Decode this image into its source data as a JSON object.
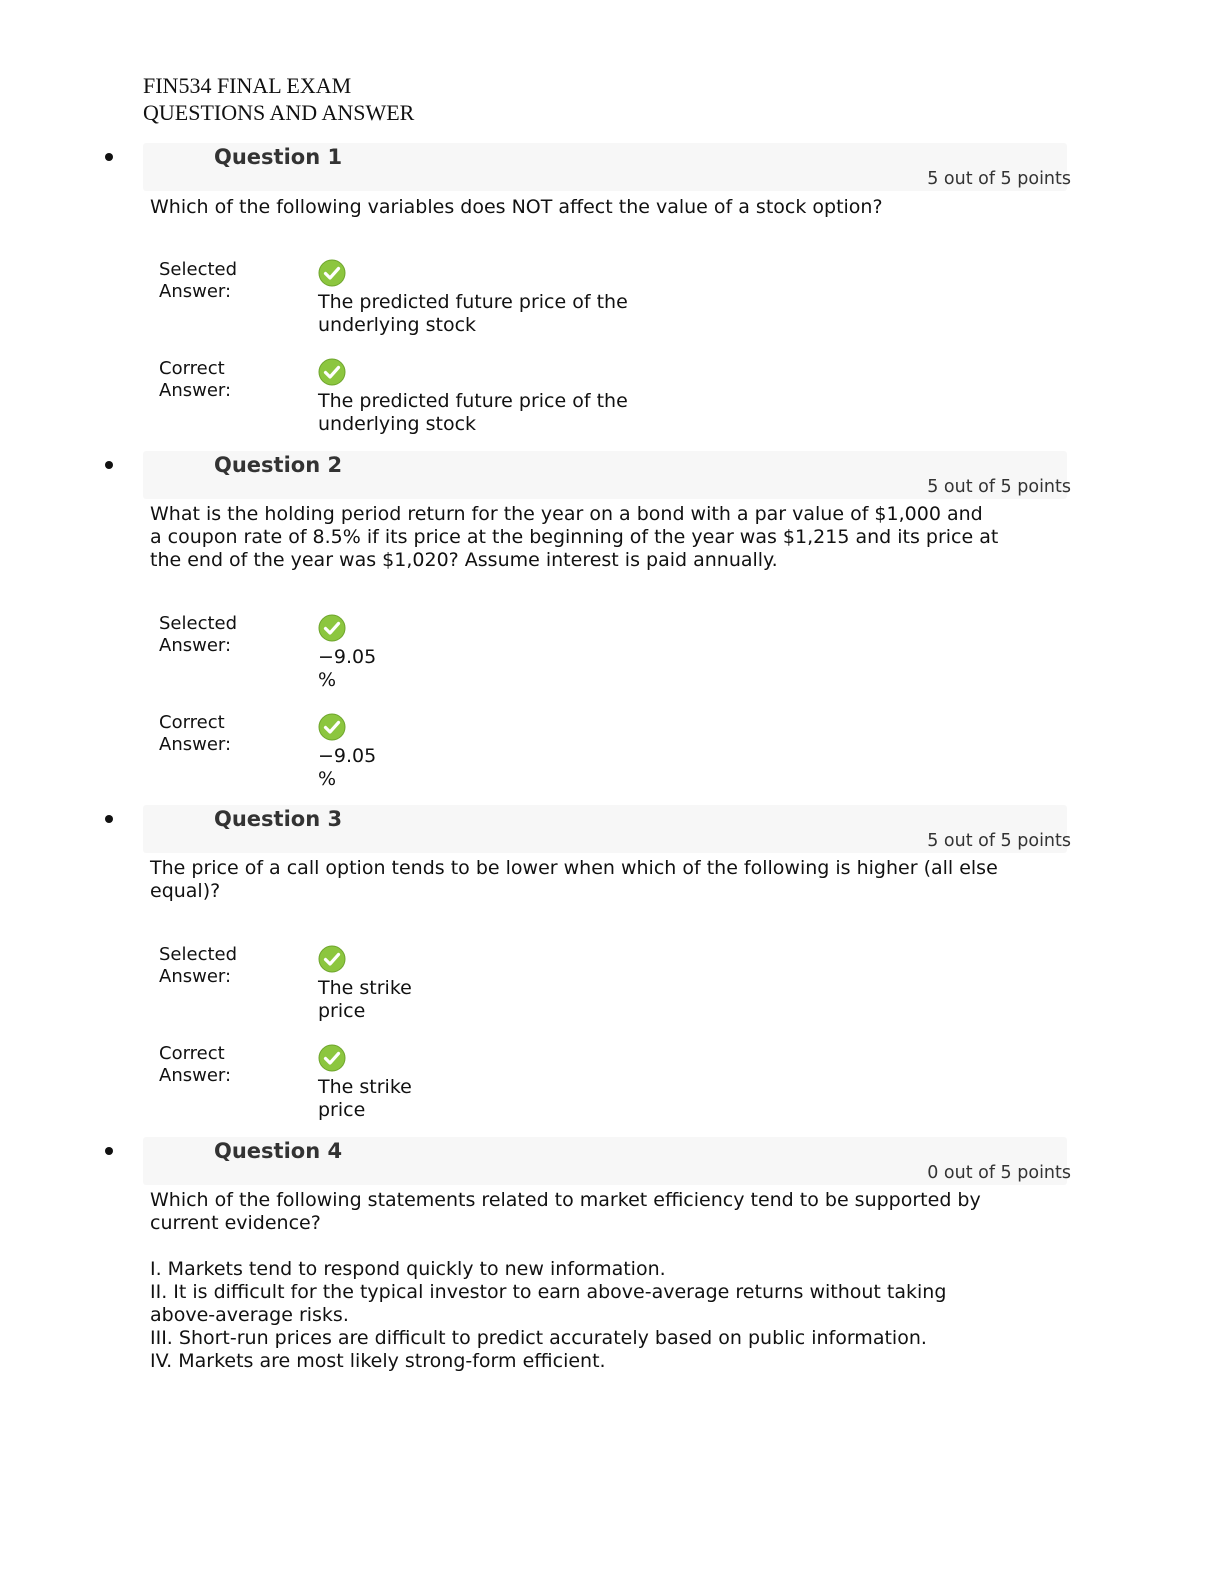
{
  "document": {
    "title_line1": "FIN534 FINAL EXAM",
    "title_line2": "QUESTIONS AND ANSWER"
  },
  "labels": {
    "selected_line1": "Selected",
    "selected_line2": "Answer:",
    "correct_line1": "Correct",
    "correct_line2": "Answer:"
  },
  "icons": {
    "check": "check-circle-icon",
    "check_color": "#8cc63f"
  },
  "questions": [
    {
      "title": "Question 1",
      "points": "5 out of 5 points",
      "text_lines": [
        "Which of the following variables does NOT affect the value of a stock option?"
      ],
      "selected_lines": [
        "The predicted future price of the",
        "underlying stock"
      ],
      "correct_lines": [
        "The predicted future price of the",
        "underlying stock"
      ]
    },
    {
      "title": "Question 2",
      "points": "5 out of 5 points",
      "text_lines": [
        "What is the holding period return for the year on a bond with a par value of $1,000 and",
        "a coupon rate of 8.5% if its price at the beginning of the year was $1,215 and its price at",
        "the end of the year was $1,020? Assume interest is paid annually."
      ],
      "selected_lines": [
        "−9.05",
        "%"
      ],
      "correct_lines": [
        "−9.05",
        "%"
      ]
    },
    {
      "title": "Question 3",
      "points": "5 out of 5 points",
      "text_lines": [
        "The price of a call option tends to be lower when which of the following is higher (all else",
        "equal)?"
      ],
      "selected_lines": [
        "The strike",
        "price"
      ],
      "correct_lines": [
        "The strike",
        "price"
      ]
    },
    {
      "title": "Question 4",
      "points": "0 out of 5 points",
      "text_lines": [
        "Which of the following statements related to market efficiency tend to be supported by",
        "current evidence?",
        "",
        "I. Markets tend to respond quickly to new information.",
        "II. It is difficult for the typical investor to earn above-average returns without taking",
        "above-average risks.",
        "III. Short-run prices are difficult to predict accurately based on public information.",
        "IV. Markets are most likely strong-form efficient."
      ]
    }
  ]
}
